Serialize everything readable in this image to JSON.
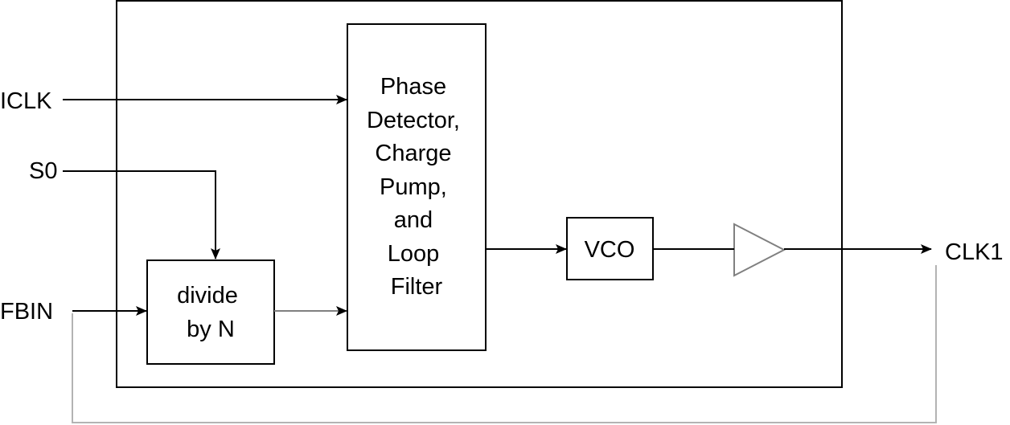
{
  "signals": {
    "iclk": "ICLK",
    "s0": "S0",
    "fbin": "FBIN",
    "clk1": "CLK1"
  },
  "blocks": {
    "pll": {
      "lines": [
        "Phase",
        "Detector,",
        "Charge",
        "Pump,",
        "and",
        "Loop",
        "Filter"
      ]
    },
    "divider": {
      "lines": [
        "divide",
        "by N"
      ]
    },
    "vco": {
      "label": "VCO"
    }
  },
  "colors": {
    "line": "#000000",
    "feedback": "#b3b3b3",
    "buffer": "#808080"
  }
}
